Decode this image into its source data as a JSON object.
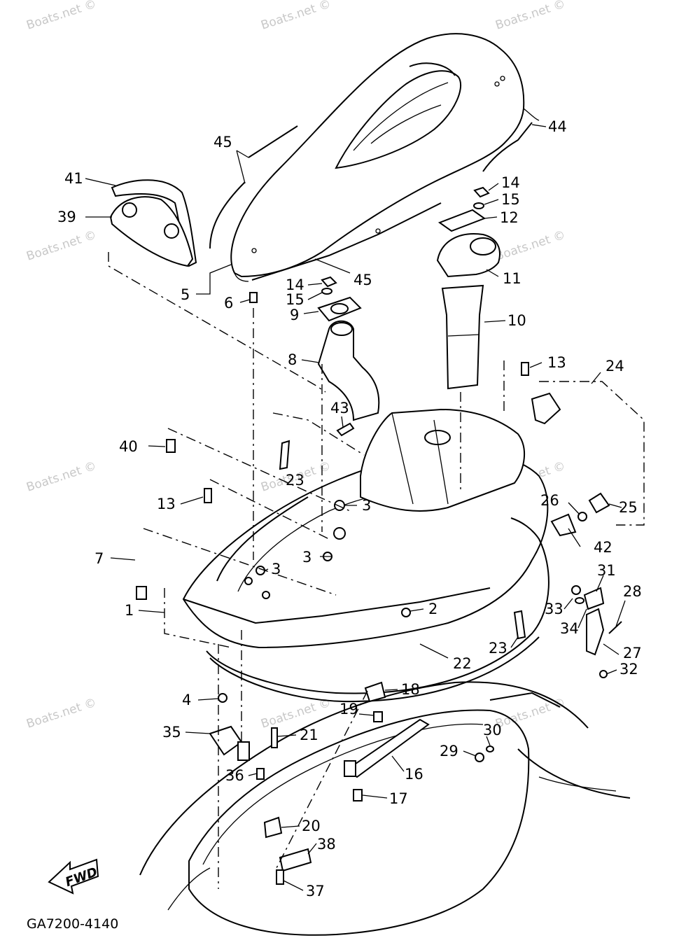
{
  "watermark": "Boats.net ©",
  "drawing_code": "GA7200-4140",
  "fwd_label": "FWD",
  "callouts": [
    {
      "id": "44",
      "label": "44"
    },
    {
      "id": "45a",
      "label": "45"
    },
    {
      "id": "41",
      "label": "41"
    },
    {
      "id": "39",
      "label": "39"
    },
    {
      "id": "14a",
      "label": "14"
    },
    {
      "id": "15a",
      "label": "15"
    },
    {
      "id": "12",
      "label": "12"
    },
    {
      "id": "11",
      "label": "11"
    },
    {
      "id": "45b",
      "label": "45"
    },
    {
      "id": "5",
      "label": "5"
    },
    {
      "id": "6",
      "label": "6"
    },
    {
      "id": "14b",
      "label": "14"
    },
    {
      "id": "15b",
      "label": "15"
    },
    {
      "id": "9",
      "label": "9"
    },
    {
      "id": "10",
      "label": "10"
    },
    {
      "id": "8",
      "label": "8"
    },
    {
      "id": "13a",
      "label": "13"
    },
    {
      "id": "24",
      "label": "24"
    },
    {
      "id": "43",
      "label": "43"
    },
    {
      "id": "40",
      "label": "40"
    },
    {
      "id": "23a",
      "label": "23"
    },
    {
      "id": "13b",
      "label": "13"
    },
    {
      "id": "3a",
      "label": "3"
    },
    {
      "id": "26",
      "label": "26"
    },
    {
      "id": "25",
      "label": "25"
    },
    {
      "id": "7",
      "label": "7"
    },
    {
      "id": "3b",
      "label": "3"
    },
    {
      "id": "3c",
      "label": "3"
    },
    {
      "id": "42",
      "label": "42"
    },
    {
      "id": "31",
      "label": "31"
    },
    {
      "id": "1",
      "label": "1"
    },
    {
      "id": "2",
      "label": "2"
    },
    {
      "id": "33",
      "label": "33"
    },
    {
      "id": "28",
      "label": "28"
    },
    {
      "id": "34",
      "label": "34"
    },
    {
      "id": "23b",
      "label": "23"
    },
    {
      "id": "22",
      "label": "22"
    },
    {
      "id": "27",
      "label": "27"
    },
    {
      "id": "32",
      "label": "32"
    },
    {
      "id": "18",
      "label": "18"
    },
    {
      "id": "4",
      "label": "4"
    },
    {
      "id": "19",
      "label": "19"
    },
    {
      "id": "30",
      "label": "30"
    },
    {
      "id": "35",
      "label": "35"
    },
    {
      "id": "21",
      "label": "21"
    },
    {
      "id": "29",
      "label": "29"
    },
    {
      "id": "36",
      "label": "36"
    },
    {
      "id": "16",
      "label": "16"
    },
    {
      "id": "17",
      "label": "17"
    },
    {
      "id": "20",
      "label": "20"
    },
    {
      "id": "38",
      "label": "38"
    },
    {
      "id": "37",
      "label": "37"
    }
  ]
}
